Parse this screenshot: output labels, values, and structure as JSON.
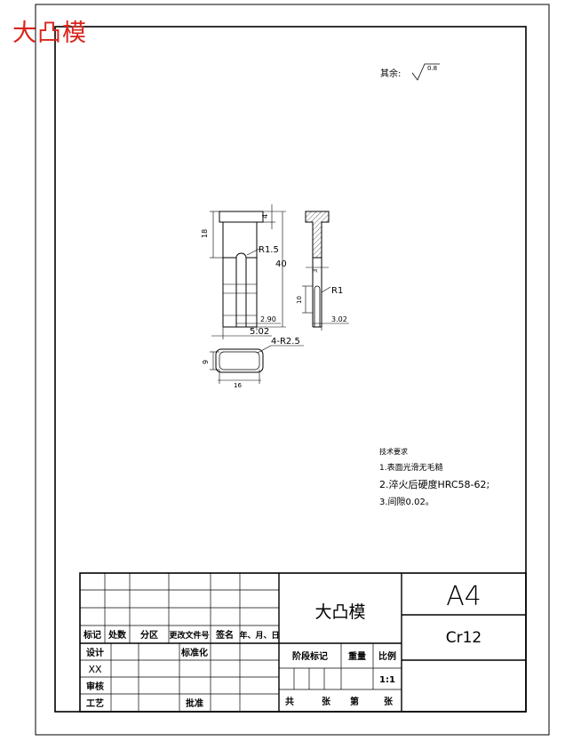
{
  "corner_title": "大凸模",
  "roughness": {
    "label": "其余:",
    "value": "0.8"
  },
  "dims": {
    "d18": "18",
    "d4": "4",
    "d40": "40",
    "r15": "R1.5",
    "d290": "2.90",
    "d502": "5.02",
    "d3": "3",
    "r1": "R1",
    "d10": "10",
    "d302": "3.02",
    "r25": "4-R2.5",
    "d9": "9",
    "d16": "16"
  },
  "notes": {
    "heading": "技术要求",
    "line1": "1.表面光滑无毛糙",
    "line2": "2.淬火后硬度HRC58-62;",
    "line3": "3.间隙0.02。"
  },
  "title_block": {
    "part_name": "大凸模",
    "sheet_size": "A4",
    "material": "Cr12",
    "revision_header": [
      "标记",
      "处数",
      "分区",
      "更改文件号",
      "签名",
      "年、月、日"
    ],
    "design": "设计",
    "standardization": "标准化",
    "designer": "XX",
    "review": "审核",
    "process": "工艺",
    "approve": "批准",
    "stage_mark": "阶段标记",
    "weight": "重量",
    "scale_label": "比例",
    "scale": "1:1",
    "total": "共",
    "sheets": "张",
    "sheet_no": "第",
    "page": "张"
  }
}
